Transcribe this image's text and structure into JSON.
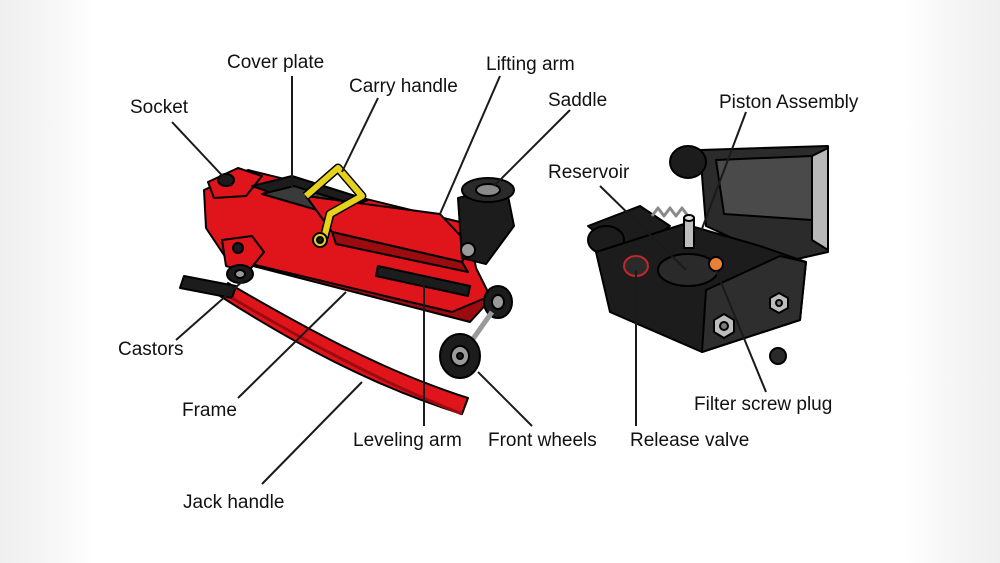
{
  "labels": {
    "socket": "Socket",
    "cover_plate": "Cover plate",
    "carry_handle": "Carry handle",
    "lifting_arm": "Lifting arm",
    "saddle": "Saddle",
    "castors": "Castors",
    "frame": "Frame",
    "jack_handle": "Jack handle",
    "leveling_arm": "Leveling arm",
    "front_wheels": "Front wheels",
    "piston_assembly": "Piston Assembly",
    "reservoir": "Reservoir",
    "filter_screw_plug": "Filter screw plug",
    "release_valve": "Release valve"
  },
  "colors": {
    "jack_red": "#e0141b",
    "jack_red_dark": "#9c0b10",
    "handle_yellow": "#e6d21a",
    "dark_metal": "#1c1c1c",
    "steel": "#9a9a9a",
    "orange_plug": "#e8803a"
  }
}
